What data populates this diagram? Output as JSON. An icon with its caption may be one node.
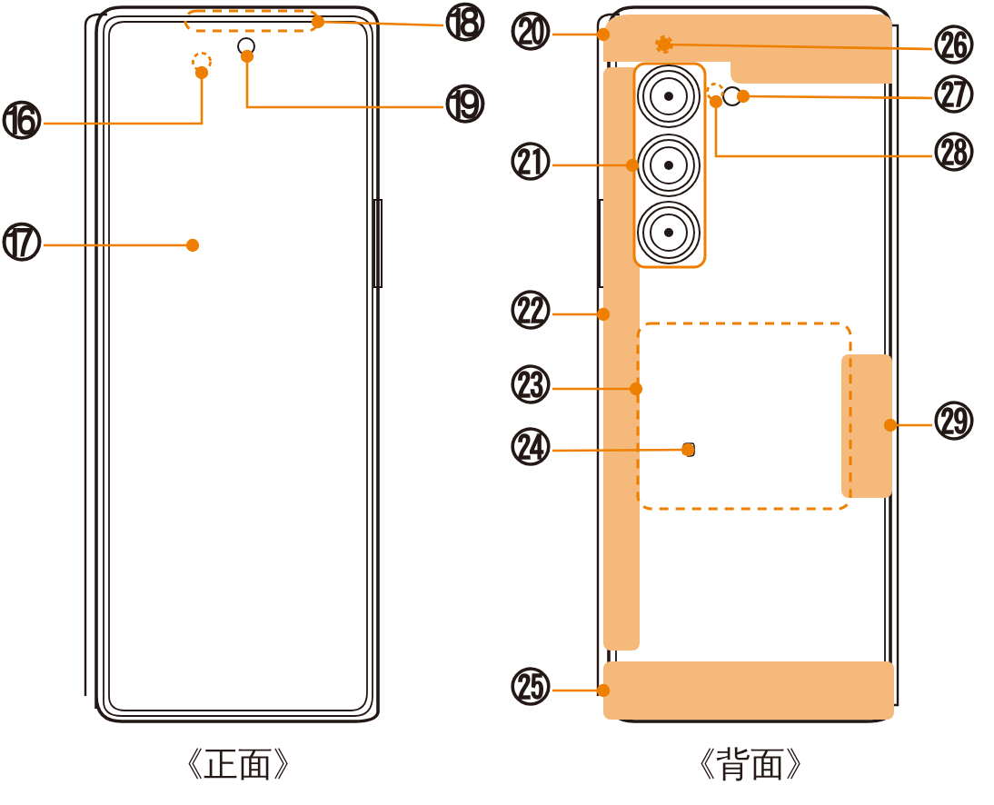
{
  "diagram": {
    "nodes": [
      {
        "text": [
          "⑯"
        ]
      },
      {
        "text": [
          "⑰"
        ]
      },
      {
        "text": [
          "⑱"
        ]
      },
      {
        "text": [
          "⑲"
        ]
      },
      {
        "text": [
          "⑳"
        ]
      },
      {
        "text": [
          "㉑"
        ]
      },
      {
        "text": [
          "㉒"
        ]
      },
      {
        "text": [
          "㉓"
        ]
      },
      {
        "text": [
          "㉔"
        ]
      },
      {
        "text": [
          "㉕"
        ]
      },
      {
        "text": [
          "㉖"
        ]
      },
      {
        "text": [
          "㉗"
        ]
      },
      {
        "text": [
          "㉘"
        ]
      },
      {
        "text": [
          "㉙"
        ]
      },
      {
        "text": [],
        "shape": "circle"
      },
      {
        "text": [],
        "shape": "box"
      },
      {
        "text": [],
        "shape": "circle"
      },
      {
        "text": [],
        "shape": "box"
      },
      {
        "text": [],
        "shape": "box"
      },
      {
        "text": [],
        "shape": "box"
      },
      {
        "text": [],
        "shape": "box"
      },
      {
        "text": [],
        "shape": "circle",
        "in": 20
      },
      {
        "text": [],
        "shape": "box"
      },
      {
        "text": [],
        "shape": "circle",
        "in": 17
      },
      {
        "text": [],
        "shape": "circle"
      },
      {
        "text": [],
        "shape": "circle"
      },
      {
        "text": [],
        "shape": "box"
      }
    ],
    "edges": [
      {
        "from": 0,
        "to": 14,
        "arrow": "other"
      },
      {
        "from": 1,
        "to": null,
        "arrow": "other"
      },
      {
        "from": 2,
        "to": 15,
        "arrow": "other"
      },
      {
        "from": 3,
        "to": 16,
        "arrow": "other"
      },
      {
        "from": 4,
        "to": 17,
        "arrow": "other"
      },
      {
        "from": 5,
        "to": 18,
        "arrow": "other"
      },
      {
        "from": 6,
        "to": 19,
        "arrow": "other"
      },
      {
        "from": 7,
        "to": 20,
        "arrow": "other"
      },
      {
        "from": 8,
        "to": 21,
        "arrow": "other"
      },
      {
        "from": 9,
        "to": 22,
        "arrow": "other"
      },
      {
        "from": 10,
        "to": 23,
        "arrow": "other"
      },
      {
        "from": 11,
        "to": 24,
        "arrow": "other"
      },
      {
        "from": 12,
        "to": 25,
        "arrow": "other"
      },
      {
        "from": 13,
        "to": 26,
        "arrow": "other"
      }
    ],
    "labels": [
      "《正面》",
      "《背面》"
    ]
  }
}
